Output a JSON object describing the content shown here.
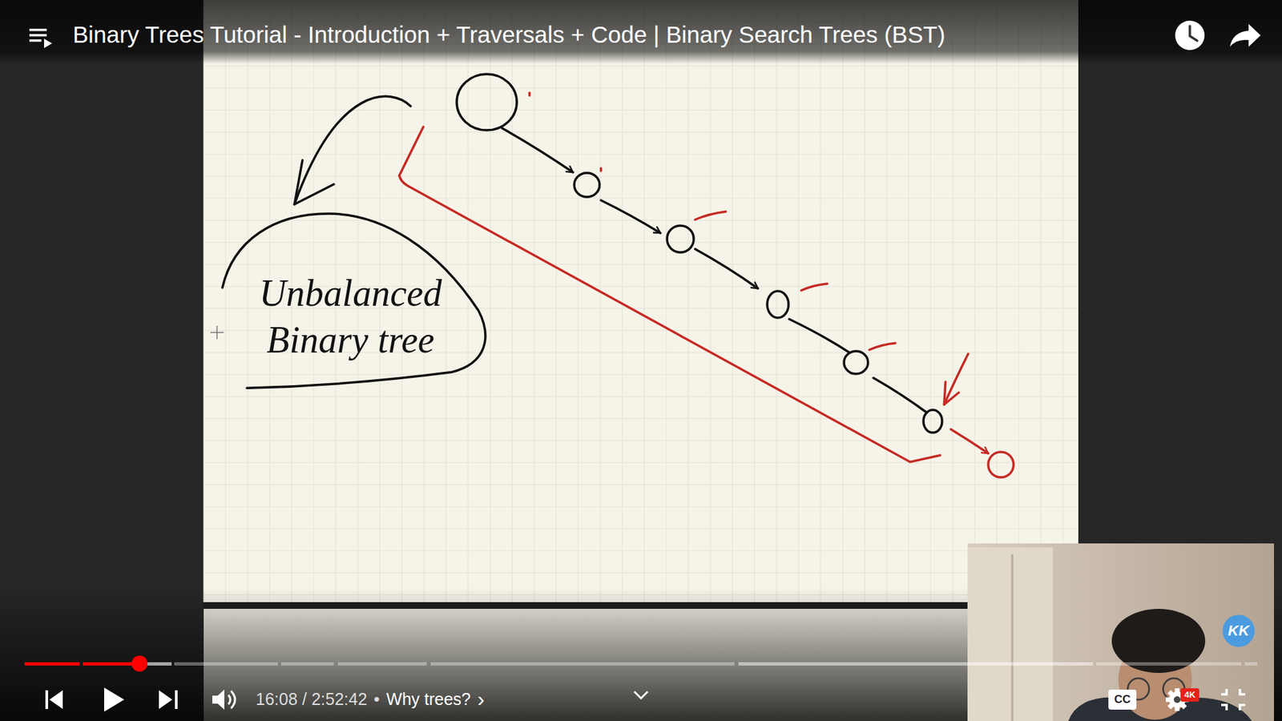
{
  "diagram": {
    "title": "Binary Trees Tutorial - Introduction + Traversals + Code | Binary Search Trees (BST)",
    "nodes": [
      {
        "text": [
          "Unbalanced Binary tree"
        ]
      }
    ],
    "labels": [
      "16:08 / 2:52:42",
      "•",
      "Why trees?",
      "›",
      "CC",
      "4K",
      "KK"
    ]
  }
}
